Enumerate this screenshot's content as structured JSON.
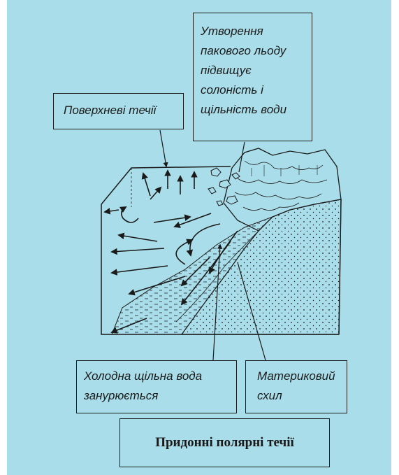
{
  "labels": {
    "surface_currents": [
      "Поверхневі течії"
    ],
    "pack_ice": [
      "Утворення",
      "пакового льоду",
      "підвищує",
      "солоність і",
      "щільність води"
    ],
    "cold_dense_water": [
      "Холодна щільна вода",
      "занурюється"
    ],
    "continental_slope": [
      "Материковий",
      "схил"
    ],
    "title": "Придонні полярні течії"
  },
  "colors": {
    "background": "#a9dde9",
    "ink": "#1a1a1a",
    "page_border": "#ffffff"
  }
}
